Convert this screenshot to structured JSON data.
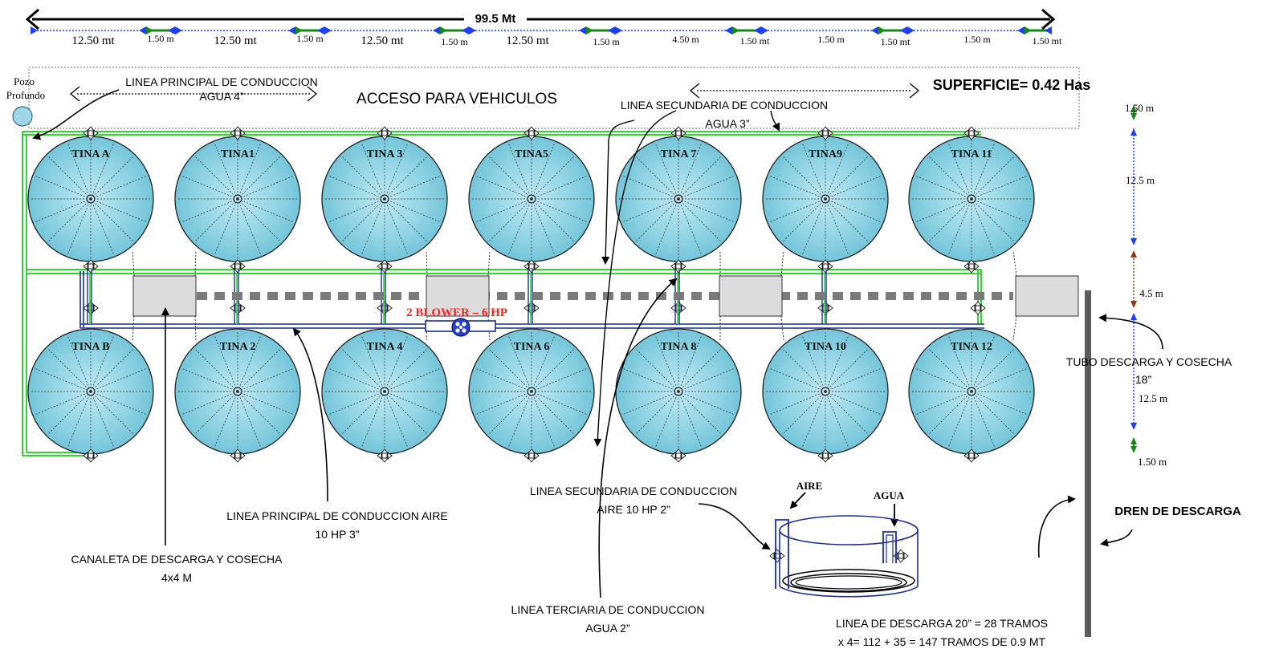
{
  "dimensions": {
    "total": "99.5 Mt",
    "top_segments": [
      "12.50 mt",
      "1.50 m",
      "12.50 mt",
      "1.50 m",
      "12.50 mt",
      "1.50 m",
      "12.50 mt",
      "1.50 m",
      "4.50 m",
      "1.50 mt",
      "1.50 m",
      "1.50 mt",
      "1.50 m",
      "1.50 mt"
    ],
    "right_segments": [
      "1.50 m",
      "12.5 m",
      "4.5 m",
      "12.5 m",
      "1.50 m"
    ]
  },
  "labels": {
    "pozo": [
      "Pozo",
      "Profundo"
    ],
    "linea_principal_agua": [
      "LINEA PRINCIPAL DE CONDUCCION",
      "AGUA 4”"
    ],
    "acceso": "ACCESO PARA VEHICULOS",
    "linea_secundaria_agua": [
      "LINEA SECUNDARIA DE CONDUCCION",
      "AGUA 3”"
    ],
    "superficie": "SUPERFICIE= 0.42 Has",
    "blower": "2 BLOWER  – 6 HP",
    "tubo_descarga": [
      "TUBO DESCARGA Y COSECHA",
      "18”"
    ],
    "linea_principal_aire": [
      "LINEA PRINCIPAL DE CONDUCCION AIRE",
      "10 HP 3”"
    ],
    "canaleta": [
      "CANALETA DE DESCARGA Y COSECHA",
      "4x4 M"
    ],
    "linea_secundaria_aire": [
      "LINEA SECUNDARIA DE CONDUCCION",
      "AIRE 10 HP 2”"
    ],
    "aire": "AIRE",
    "agua": "AGUA",
    "linea_terciaria": [
      "LINEA TERCIARIA DE CONDUCCION",
      "AGUA 2”"
    ],
    "dren": "DREN DE DESCARGA",
    "linea_descarga": [
      "LINEA DE DESCARGA 20” = 28 TRAMOS",
      "x 4= 112 + 35 = 147 TRAMOS DE 0.9 MT"
    ]
  },
  "tanks_top": [
    "TINA A",
    "TINA1",
    "TINA 3",
    "TINA5",
    "TINA 7",
    "TINA9",
    "TINA 11"
  ],
  "tanks_bottom": [
    "TINA B",
    "TINA 2",
    "TINA 4",
    "TINA 6",
    "TINA 8",
    "TINA 10",
    "TINA 12"
  ],
  "colors": {
    "water_line": "#35d335",
    "air_line": "#1c2f8c",
    "dim_blue": "#1f3fff",
    "dim_green": "#138a13",
    "tank_fill": "#8fd3e3",
    "tank_edge": "#222222",
    "canal_fill": "#dcdcdc",
    "dren": "#5a5a5a",
    "blower_text": "#ff1f1f"
  }
}
